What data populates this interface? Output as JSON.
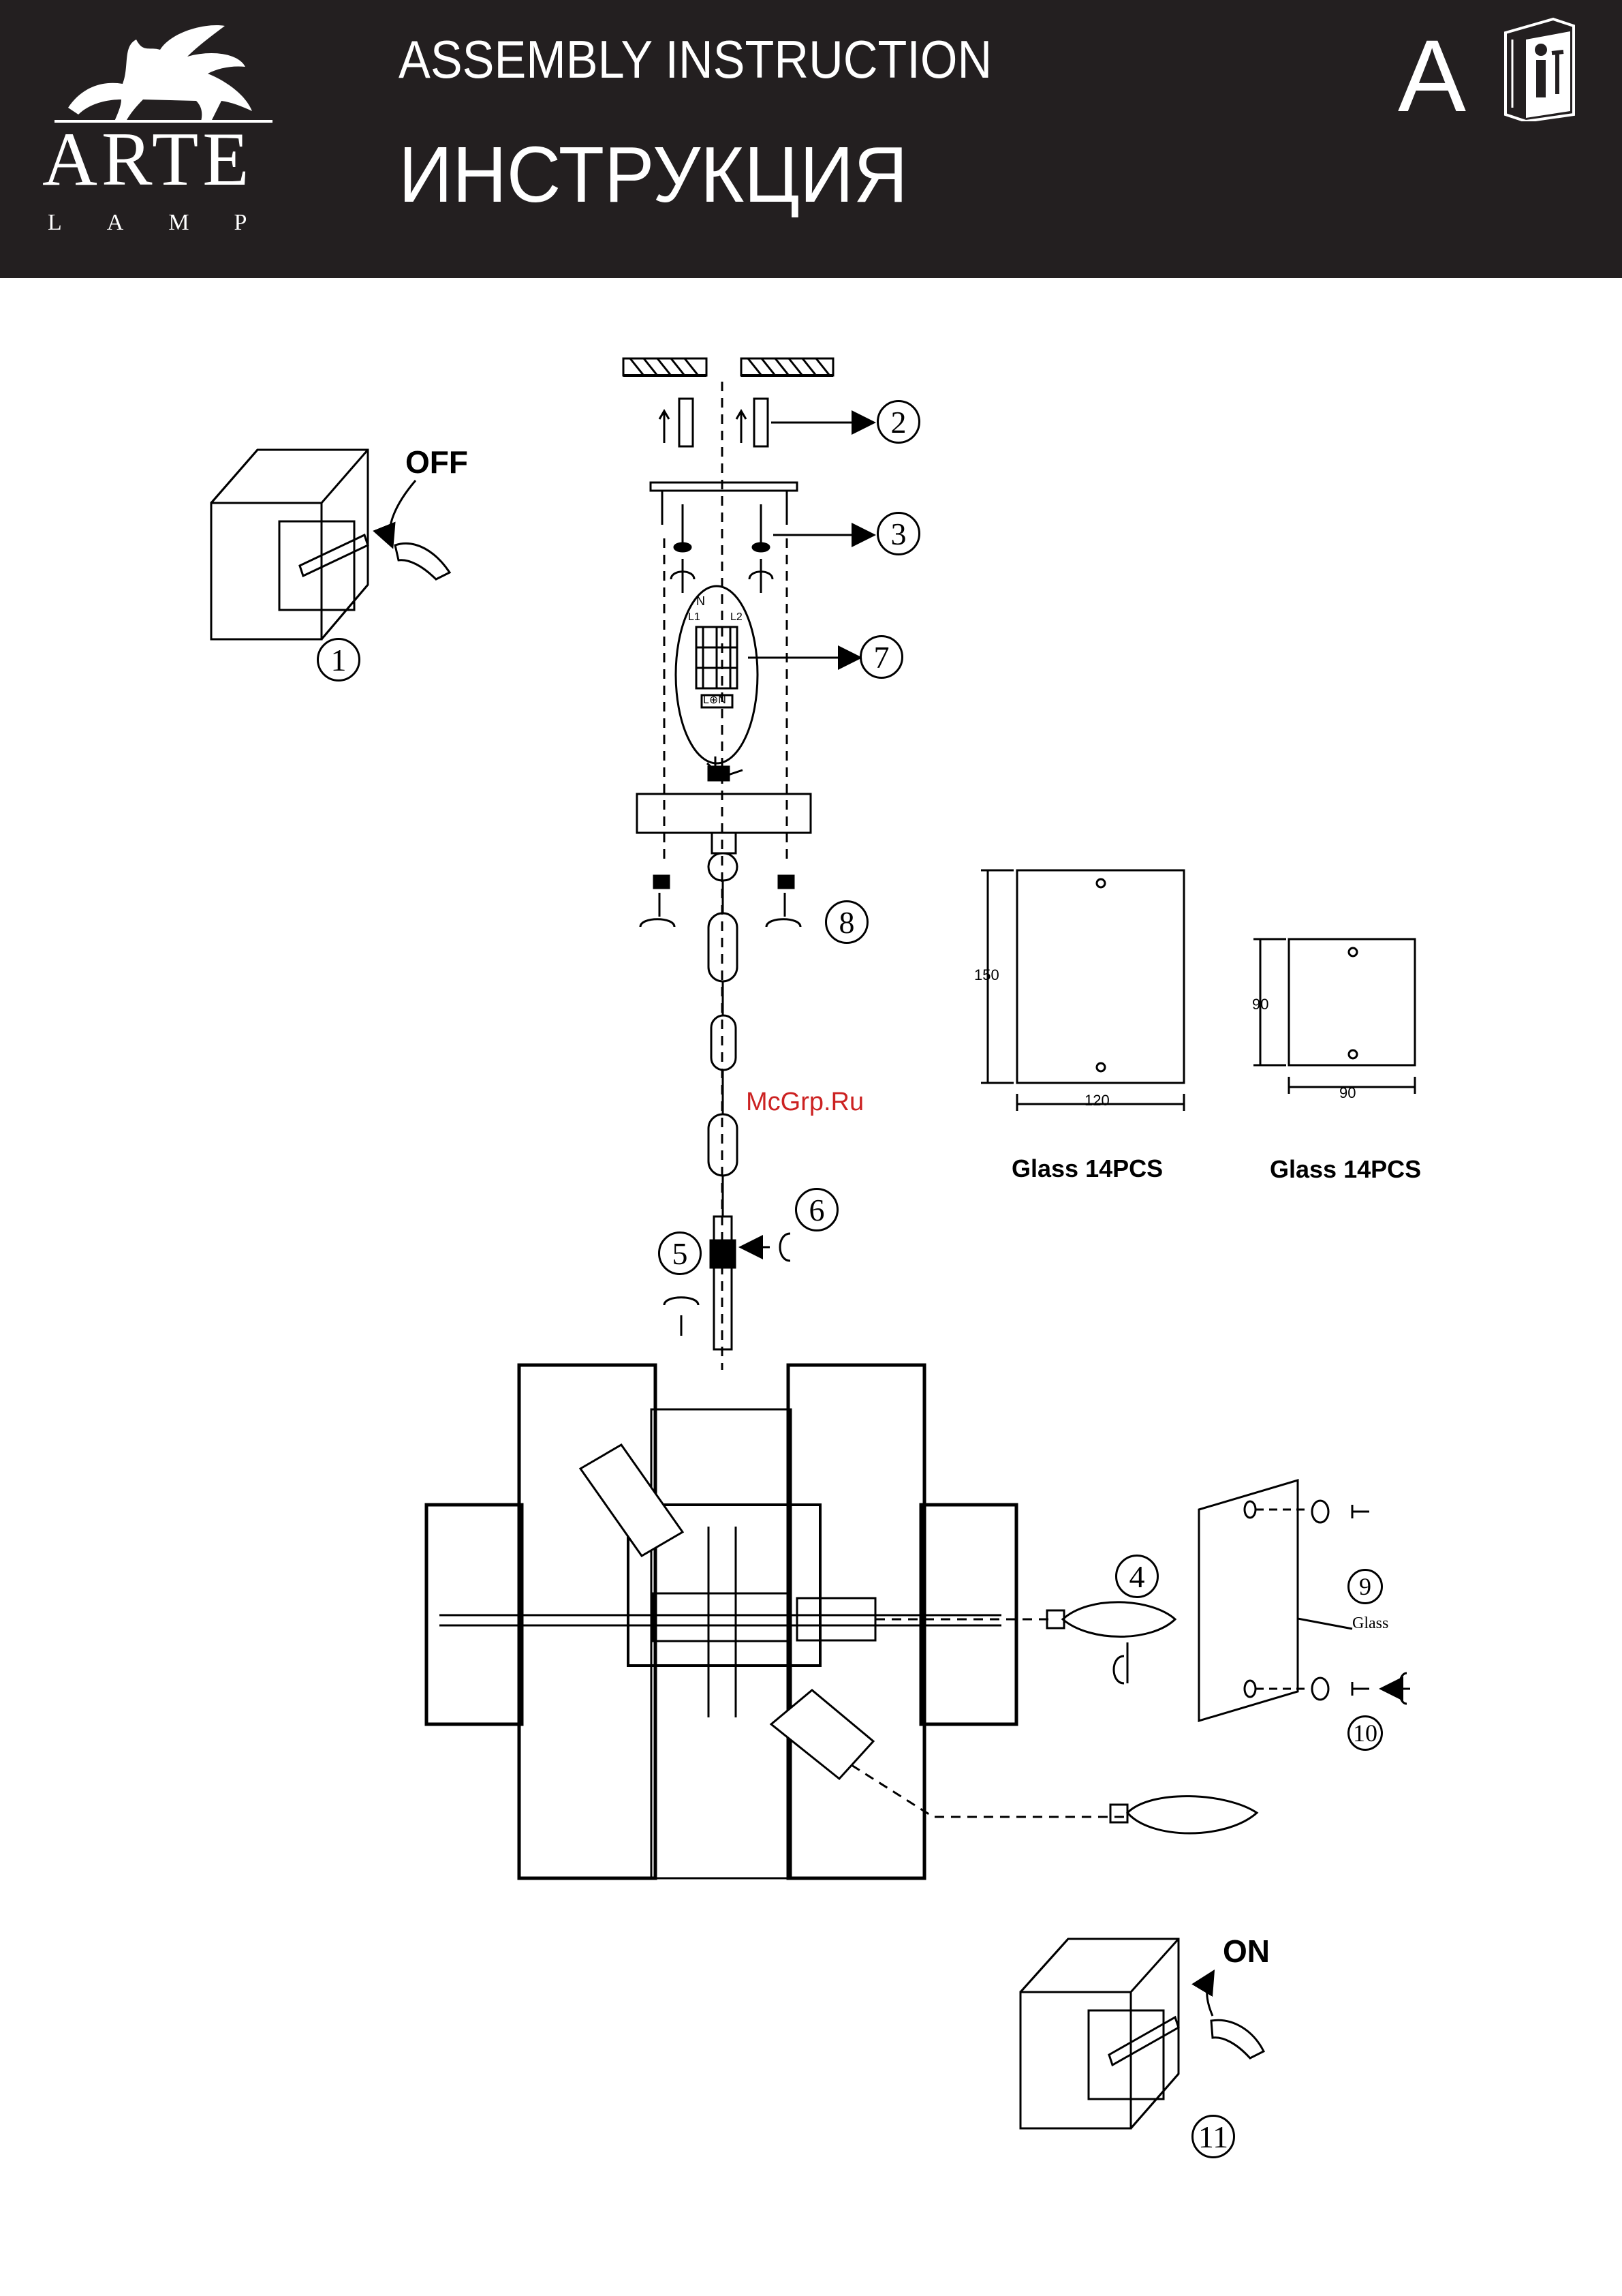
{
  "header": {
    "brand": "ARTE",
    "brand_sub": "LAMP",
    "title_en": "ASSEMBLY INSTRUCTION",
    "title_ru": "ИНСТРУКЦИЯ",
    "version": "A"
  },
  "steps": {
    "s1": "1",
    "s2": "2",
    "s3": "3",
    "s4": "4",
    "s5": "5",
    "s6": "6",
    "s7": "7",
    "s8": "8",
    "s9": "9",
    "s10": "10",
    "s11": "11"
  },
  "switch": {
    "off_label": "OFF",
    "on_label": "ON"
  },
  "wiring": {
    "n": "N",
    "l1": "L1",
    "l2": "L2",
    "lng": "L⊕N"
  },
  "glass_large": {
    "height": "150",
    "width": "120",
    "label": "Glass 14PCS"
  },
  "glass_small": {
    "height": "90",
    "width": "90",
    "label": "Glass 14PCS"
  },
  "part_9_label": "Glass",
  "watermark": "McGrp.Ru",
  "colors": {
    "header_bg": "#231f20",
    "ink": "#000000",
    "watermark": "#cc2222"
  }
}
